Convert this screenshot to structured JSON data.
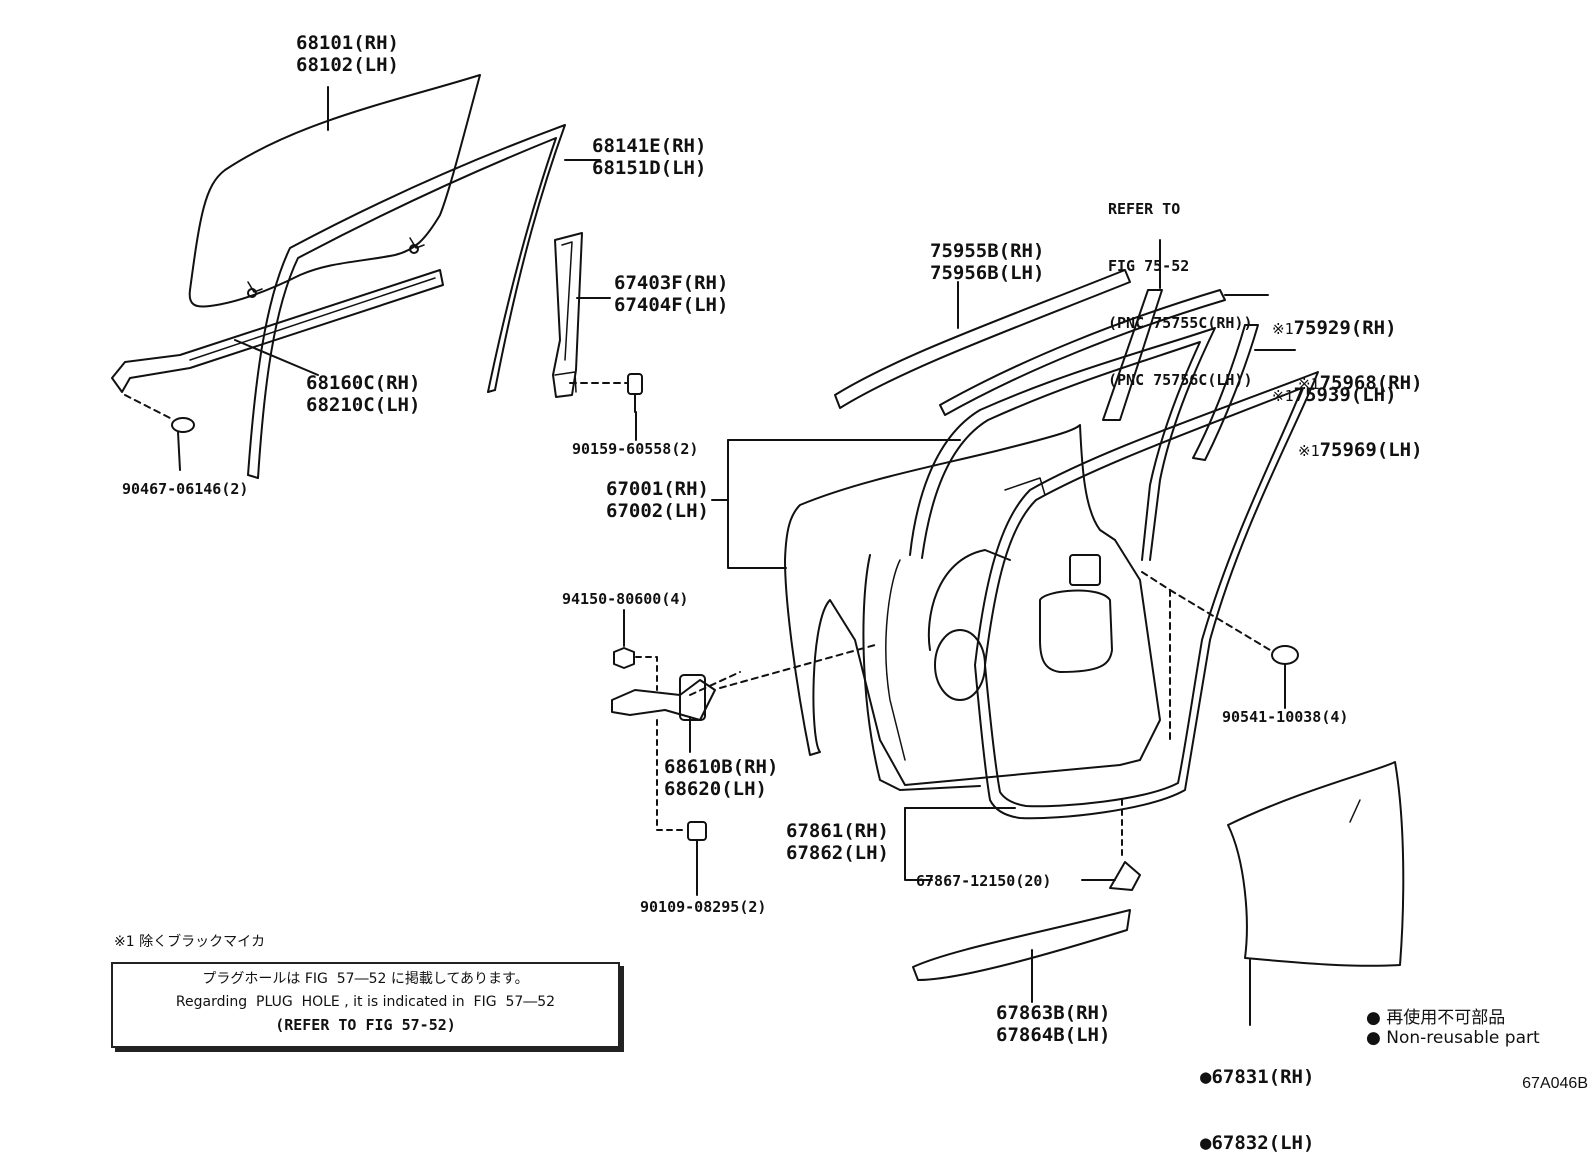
{
  "parts": [
    {
      "id": "window-glass",
      "rh": "68101(RH)",
      "lh": "68102(LH)"
    },
    {
      "id": "run-channel",
      "rh": "68141E(RH)",
      "lh": "68151D(LH)"
    },
    {
      "id": "division-bar",
      "rh": "67403F(RH)",
      "lh": "67404F(LH)"
    },
    {
      "id": "door-outer-belt",
      "rh": "68160C(RH)",
      "lh": "68210C(LH)"
    },
    {
      "id": "door-panel",
      "rh": "67001(RH)",
      "lh": "67002(LH)"
    },
    {
      "id": "door-check",
      "rh": "68610B(RH)",
      "lh": "68620(LH)"
    },
    {
      "id": "door-weatherstrip",
      "rh": "67861(RH)",
      "lh": "67862(LH)"
    },
    {
      "id": "door-moulding-lower",
      "rh": "67863B(RH)",
      "lh": "67864B(LH)"
    },
    {
      "id": "service-hole-cover",
      "rh": "67831(RH)",
      "lh": "67832(LH)",
      "bullet": "●"
    },
    {
      "id": "belt-moulding",
      "rh": "75955B(RH)",
      "lh": "75956B(LH)"
    },
    {
      "id": "frame-moulding",
      "rh": "75929(RH)",
      "lh": "75939(LH)",
      "mark": "※1"
    },
    {
      "id": "rear-moulding",
      "rh": "75968(RH)",
      "lh": "75969(LH)",
      "mark": "※1"
    }
  ],
  "fasteners": {
    "clip_belt": "90467-06146(2)",
    "screw_division": "90159-60558(2)",
    "bolt_check_upper": "94150-80600(4)",
    "bolt_check_lower": "90109-08295(2)",
    "plug": "90541-10038(4)",
    "clip_weatherstrip": "67867-12150(20)"
  },
  "refer": {
    "line1": "REFER TO",
    "line2": "FIG 75-52",
    "line3": "(PNC 75755C(RH))",
    "line4": "(PNC 75756C(LH))"
  },
  "footnote": "※1 除くブラックマイカ",
  "note": {
    "jp": "プラグホールは FIG  57―52 に掲載してあります。",
    "en": "Regarding  PLUG  HOLE , it is indicated in  FIG  57―52",
    "ref": "(REFER TO FIG 57-52)"
  },
  "legend": {
    "bullet": "●",
    "jp": "再使用不可部品",
    "en": "Non-reusable part"
  },
  "figure_code": "67A046B"
}
